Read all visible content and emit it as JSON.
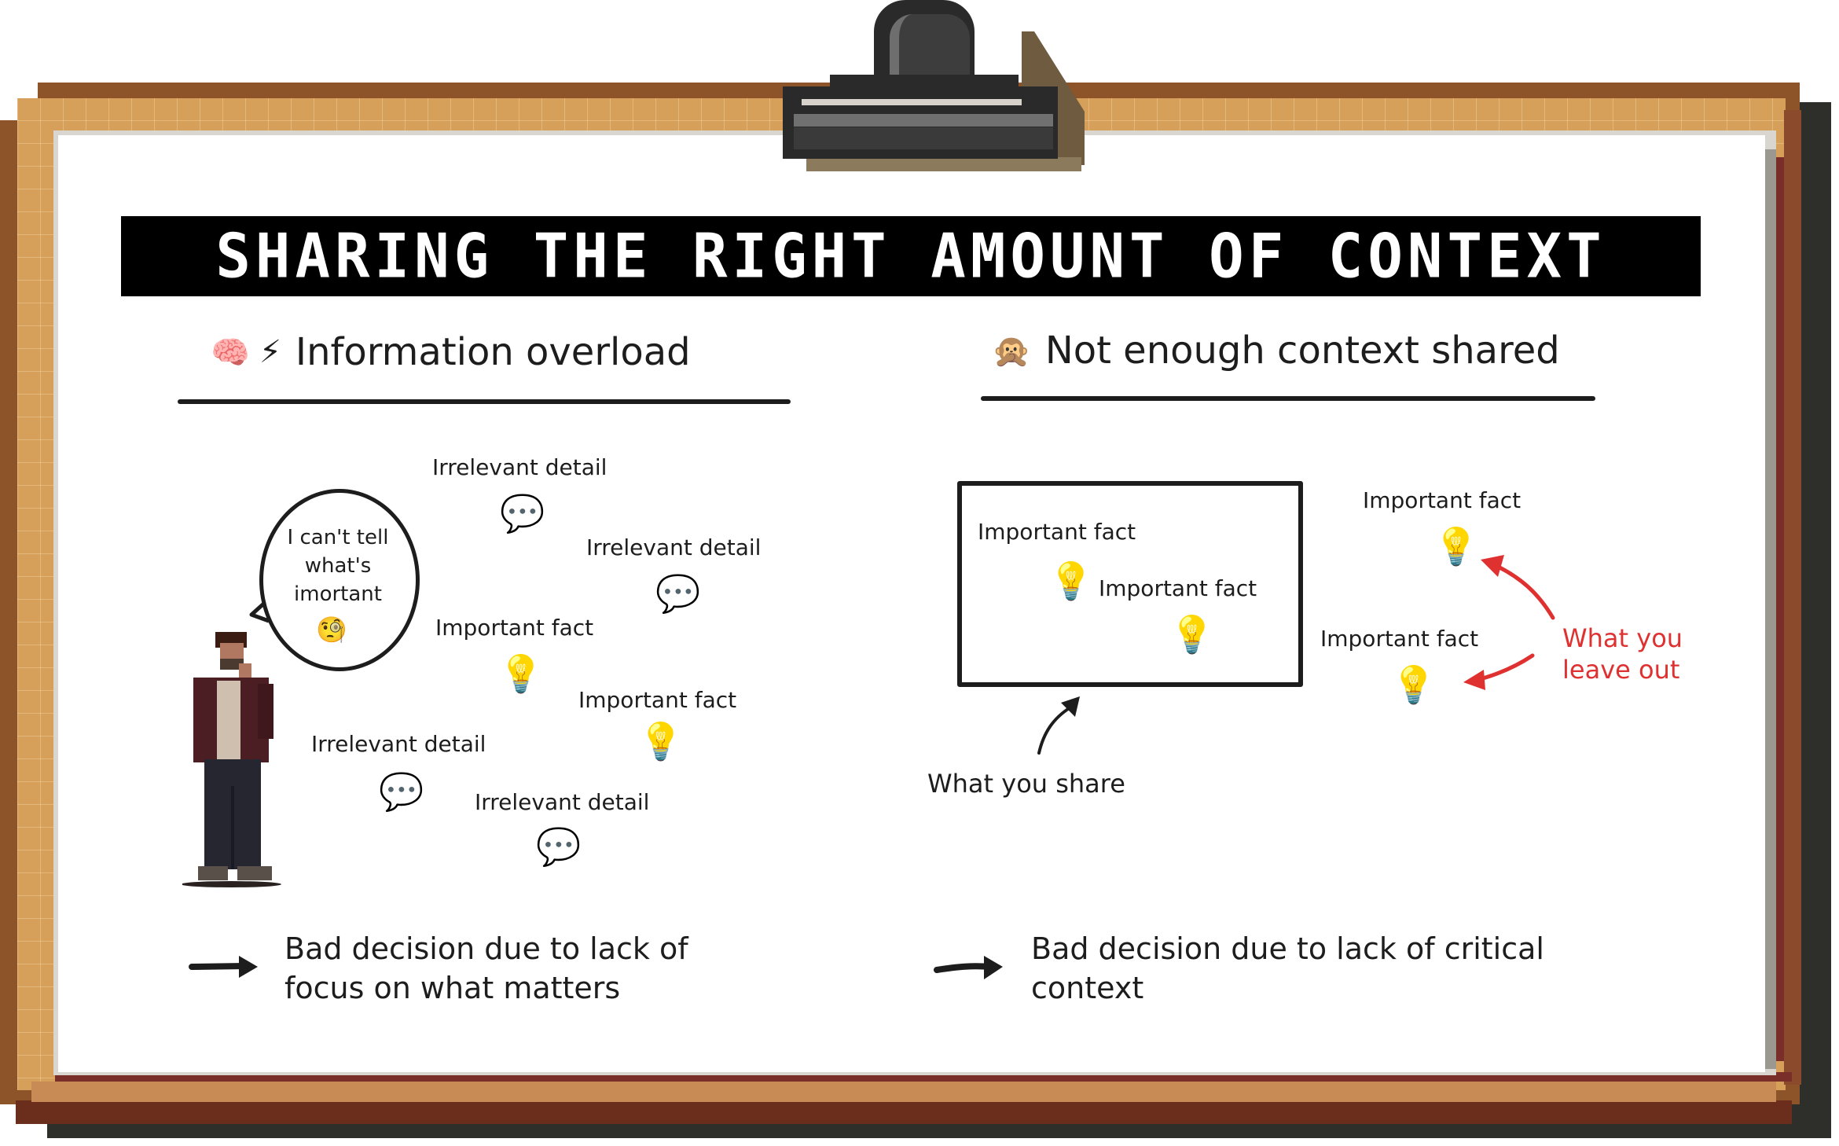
{
  "title": "SHARING THE RIGHT AMOUNT OF CONTEXT",
  "left_panel": {
    "heading": "Information overload",
    "heading_icons": [
      "brain-icon",
      "lightning-icon"
    ],
    "heading_emoji": [
      "🧠",
      "⚡"
    ],
    "speech_bubble": {
      "text": "I can't tell\nwhat's\nimortant",
      "emoji": "🧐",
      "emoji_name": "face-with-monocle-icon"
    },
    "items": [
      {
        "label": "Irrelevant detail",
        "type": "irrelevant",
        "icon": "💬"
      },
      {
        "label": "Irrelevant detail",
        "type": "irrelevant",
        "icon": "💬"
      },
      {
        "label": "Important fact",
        "type": "important",
        "icon": "💡"
      },
      {
        "label": "Important fact",
        "type": "important",
        "icon": "💡"
      },
      {
        "label": "Irrelevant detail",
        "type": "irrelevant",
        "icon": "💬"
      },
      {
        "label": "Irrelevant detail",
        "type": "irrelevant",
        "icon": "💬"
      }
    ],
    "summary": "Bad decision due to lack of\nfocus on what matters"
  },
  "right_panel": {
    "heading": "Not enough context shared",
    "heading_emoji": "🙊",
    "shared_items": [
      {
        "label": "Important fact",
        "icon": "💡"
      },
      {
        "label": "Important fact",
        "icon": "💡"
      }
    ],
    "shared_caption": "What you share",
    "left_out_items": [
      {
        "label": "Important fact",
        "icon": "💡"
      },
      {
        "label": "Important fact",
        "icon": "💡"
      }
    ],
    "left_out_caption": "What you\nleave out",
    "summary": "Bad decision due to lack of critical\ncontext"
  },
  "colors": {
    "accent_red": "#e03131",
    "ink": "#1d1d1d",
    "frame_wood": "#d6a05a",
    "frame_dark": "#8c5428",
    "title_bg": "#000000"
  }
}
